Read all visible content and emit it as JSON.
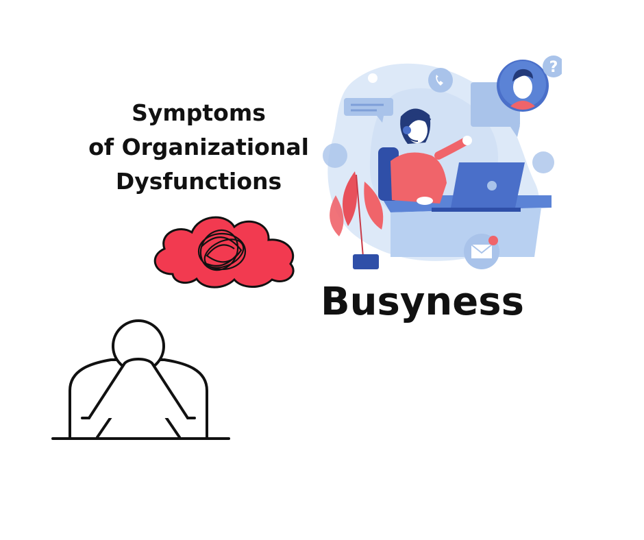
{
  "title": {
    "line1": "Symptoms",
    "line2": "of Organizational",
    "line3": "Dysfunctions"
  },
  "headline": "Busyness",
  "icons": {
    "support_agent": "support-agent-illustration",
    "stress_cloud": "tangled-cloud-icon",
    "head_in_hands": "head-in-hands-person-icon"
  },
  "colors": {
    "cloud_red": "#f23a50",
    "accent_blue": "#4a6fc9",
    "light_blue": "#c9dcf5",
    "agent_shirt": "#f0646a"
  }
}
